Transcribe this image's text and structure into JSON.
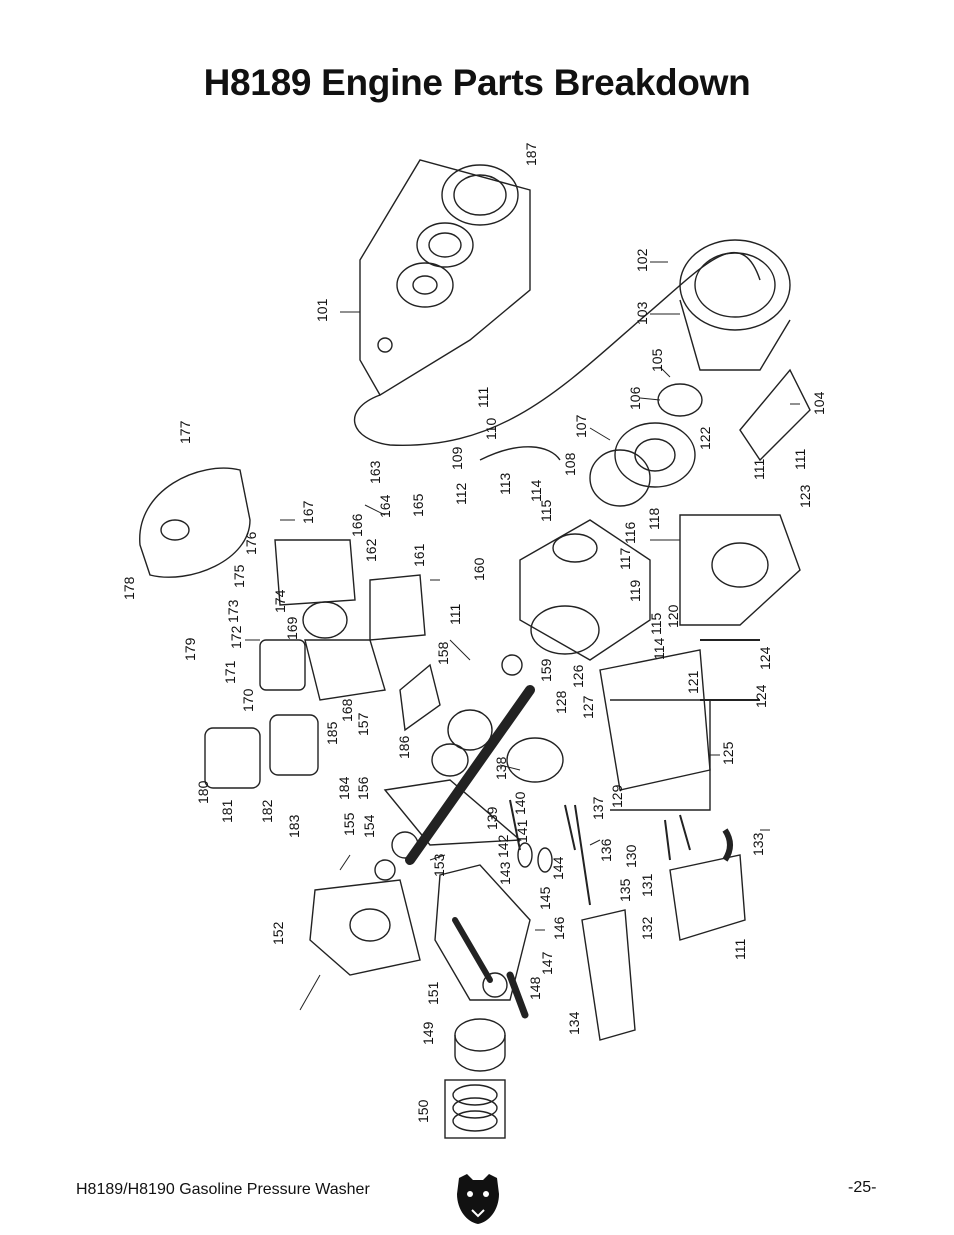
{
  "page": {
    "title": "H8189 Engine Parts Breakdown",
    "footer_left": "H8189/H8190 Gasoline Pressure Washer",
    "footer_right": "-25-"
  },
  "logo": {
    "icon": "bear-head-icon"
  },
  "diagram": {
    "labels": [
      "101",
      "102",
      "103",
      "104",
      "105",
      "106",
      "107",
      "108",
      "109",
      "110",
      "111",
      "111",
      "111",
      "111",
      "111",
      "112",
      "113",
      "114",
      "114",
      "115",
      "115",
      "116",
      "117",
      "118",
      "119",
      "120",
      "121",
      "122",
      "123",
      "124",
      "124",
      "125",
      "126",
      "127",
      "128",
      "129",
      "130",
      "131",
      "132",
      "133",
      "134",
      "135",
      "136",
      "137",
      "138",
      "139",
      "140",
      "141",
      "142",
      "143",
      "144",
      "145",
      "146",
      "147",
      "148",
      "149",
      "150",
      "151",
      "152",
      "153",
      "154",
      "155",
      "156",
      "157",
      "158",
      "159",
      "160",
      "161",
      "162",
      "163",
      "164",
      "165",
      "166",
      "167",
      "168",
      "169",
      "170",
      "171",
      "172",
      "173",
      "174",
      "175",
      "176",
      "177",
      "178",
      "179",
      "180",
      "181",
      "182",
      "183",
      "184",
      "185",
      "186",
      "187"
    ]
  }
}
